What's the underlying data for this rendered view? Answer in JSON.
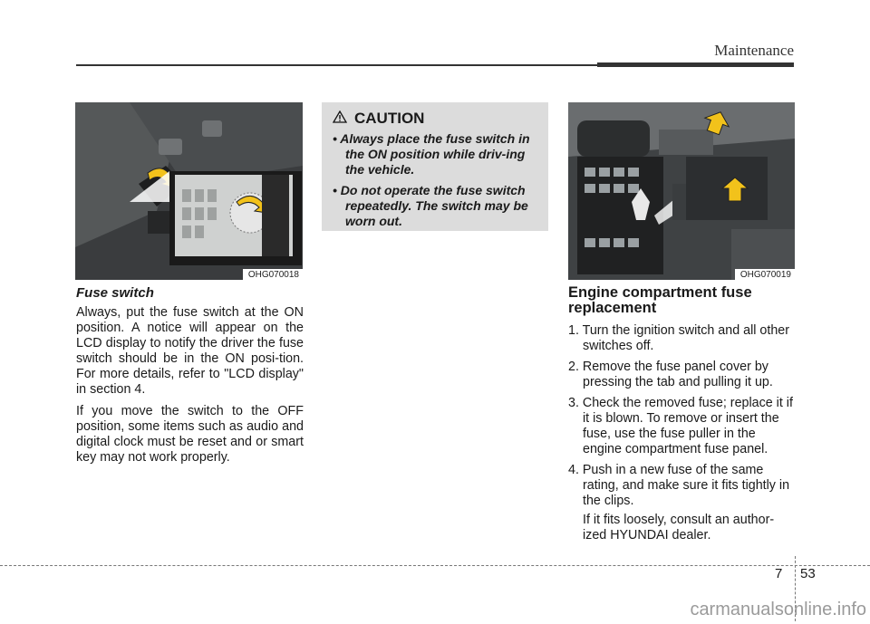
{
  "header": {
    "section_title": "Maintenance"
  },
  "left_figure": {
    "code": "OHG070018"
  },
  "right_figure": {
    "code": "OHG070019"
  },
  "caution": {
    "title": "CAUTION",
    "items": [
      "• Always place the fuse switch in the ON position while driv-ing the vehicle.",
      "• Do not operate the fuse switch repeatedly. The switch may be worn out."
    ]
  },
  "fuse_switch": {
    "heading": "Fuse switch",
    "paragraphs": [
      "Always, put the fuse switch at the ON position. A notice will appear on the LCD display to notify the driver the fuse switch should be in the ON posi-tion. For more details, refer to \"LCD display\" in section 4.",
      "If you move the switch to the OFF position, some items such as audio and digital clock must be reset and or smart key may not work properly."
    ]
  },
  "engine_fuse": {
    "heading": "Engine compartment fuse replacement",
    "steps": [
      "1. Turn the ignition switch and all other switches off.",
      "2. Remove the fuse panel cover by pressing the tab and pulling it up.",
      "3. Check the removed fuse; replace it if it is blown. To remove or insert the fuse, use the fuse puller in the engine compartment fuse panel.",
      "4. Push in a new fuse of the same rating, and make sure it fits tightly in the clips."
    ],
    "note": "If it fits loosely, consult an author-ized HYUNDAI dealer."
  },
  "footer": {
    "chapter": "7",
    "page": "53",
    "watermark": "carmanualsonline.info"
  }
}
